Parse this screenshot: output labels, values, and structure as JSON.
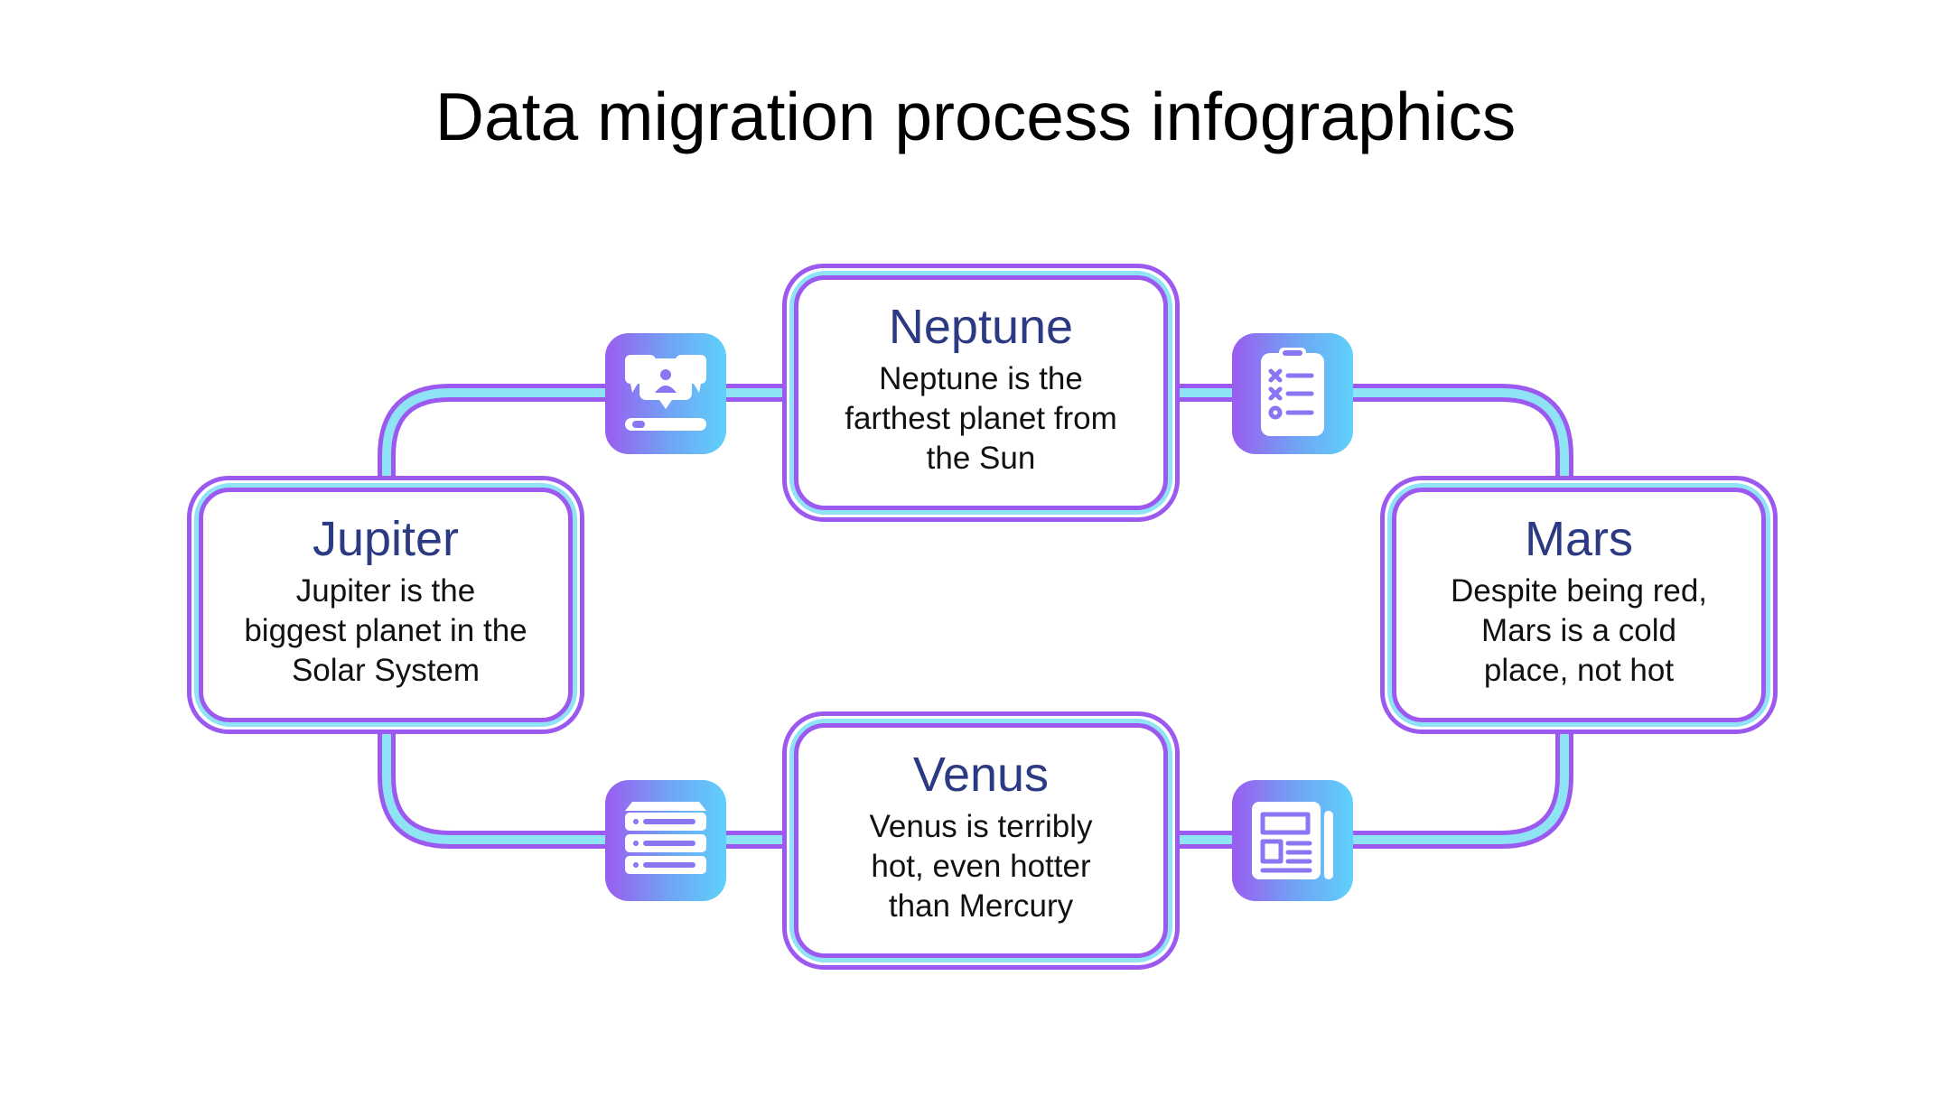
{
  "title": "Data migration process infographics",
  "colors": {
    "border_outer": "#9b59f0",
    "border_inner": "#8ee3f5",
    "title_blue": "#2b3a82",
    "gradient_start": "#9a5cf0",
    "gradient_end": "#5fd0fa"
  },
  "cards": {
    "neptune": {
      "title": "Neptune",
      "text": "Neptune is the\nfarthest planet from\nthe Sun"
    },
    "jupiter": {
      "title": "Jupiter",
      "text": "Jupiter is the\nbiggest planet in the\nSolar System"
    },
    "mars": {
      "title": "Mars",
      "text": "Despite being red,\nMars is a cold\nplace, not hot"
    },
    "venus": {
      "title": "Venus",
      "text": "Venus is terribly\nhot, even hotter\nthan Mercury"
    }
  },
  "icons": {
    "top_left": "presentation-chat-icon",
    "top_right": "checklist-clipboard-icon",
    "bottom_left": "server-list-icon",
    "bottom_right": "newspaper-icon"
  }
}
